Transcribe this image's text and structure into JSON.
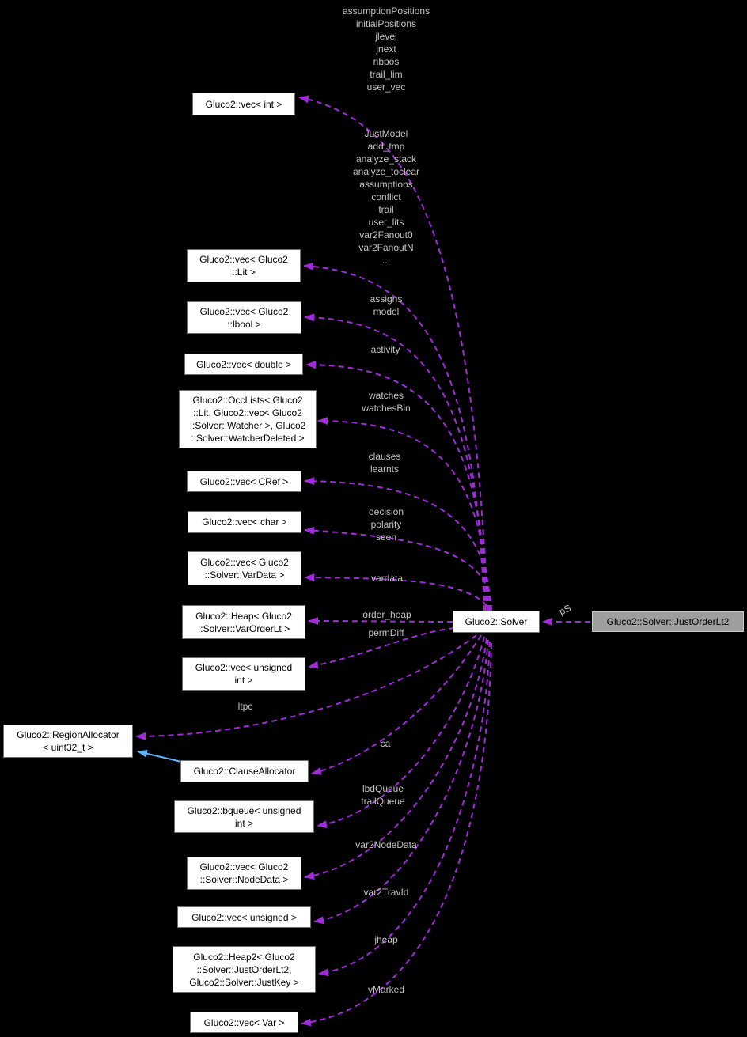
{
  "diagram_type": "doxygen-collaboration-graph",
  "colors": {
    "background": "#000000",
    "usage_edge_purple": "#a12cdb",
    "inheritance_edge_blue": "#64b1f4",
    "edge_label_gray": "#c4c4c4",
    "node_fill": "#ffffff",
    "node_border": "#6e6e6e",
    "node_text": "#000000",
    "current_node_fill": "#9e9e9e",
    "current_node_border": "#c8c8c8"
  },
  "nodes": [
    {
      "id": "vec-int",
      "label": "Gluco2::vec< int >"
    },
    {
      "id": "vec-lit",
      "label": "Gluco2::vec< Gluco2\n::Lit >"
    },
    {
      "id": "vec-lbool",
      "label": "Gluco2::vec< Gluco2\n::lbool >"
    },
    {
      "id": "vec-double",
      "label": "Gluco2::vec< double >"
    },
    {
      "id": "occlists",
      "label": "Gluco2::OccLists< Gluco2\n::Lit, Gluco2::vec< Gluco2\n::Solver::Watcher >, Gluco2\n::Solver::WatcherDeleted >"
    },
    {
      "id": "vec-cref",
      "label": "Gluco2::vec< CRef >"
    },
    {
      "id": "vec-char",
      "label": "Gluco2::vec< char >"
    },
    {
      "id": "vec-vardata",
      "label": "Gluco2::vec< Gluco2\n::Solver::VarData >"
    },
    {
      "id": "heap-varorderlt",
      "label": "Gluco2::Heap< Gluco2\n::Solver::VarOrderLt >"
    },
    {
      "id": "vec-unsigned-int",
      "label": "Gluco2::vec< unsigned\nint >"
    },
    {
      "id": "regionallocator",
      "label": "Gluco2::RegionAllocator\n< uint32_t >"
    },
    {
      "id": "clauseallocator",
      "label": "Gluco2::ClauseAllocator"
    },
    {
      "id": "bqueue",
      "label": "Gluco2::bqueue< unsigned\nint >"
    },
    {
      "id": "vec-nodedata",
      "label": "Gluco2::vec< Gluco2\n::Solver::NodeData >"
    },
    {
      "id": "vec-unsigned",
      "label": "Gluco2::vec< unsigned >"
    },
    {
      "id": "heap2",
      "label": "Gluco2::Heap2< Gluco2\n::Solver::JustOrderLt2,\nGluco2::Solver::JustKey >"
    },
    {
      "id": "vec-var",
      "label": "Gluco2::vec< Var >"
    },
    {
      "id": "solver",
      "label": "Gluco2::Solver"
    },
    {
      "id": "justorderlt2",
      "label": "Gluco2::Solver::JustOrderLt2"
    }
  ],
  "edge_labels": [
    {
      "id": "members-vec-int",
      "text": "assumptionPositions\ninitialPositions\njlevel\njnext\nnbpos\ntrail_lim\nuser_vec"
    },
    {
      "id": "members-vec-lit",
      "text": "JustModel\nadd_tmp\nanalyze_stack\nanalyze_toclear\nassumptions\nconflict\ntrail\nuser_lits\nvar2Fanout0\nvar2FanoutN\n..."
    },
    {
      "id": "assigns-model",
      "text": "assigns\nmodel"
    },
    {
      "id": "activity",
      "text": "activity"
    },
    {
      "id": "watches",
      "text": "watches\nwatchesBin"
    },
    {
      "id": "clauses-learnts",
      "text": "clauses\nlearnts"
    },
    {
      "id": "decision",
      "text": "decision\npolarity\nseen"
    },
    {
      "id": "vardata",
      "text": "vardata"
    },
    {
      "id": "order-heap",
      "text": "order_heap"
    },
    {
      "id": "permdiff",
      "text": "permDiff"
    },
    {
      "id": "ltpc",
      "text": "ltpc"
    },
    {
      "id": "ca",
      "text": "ca"
    },
    {
      "id": "lbdqueue",
      "text": "lbdQueue\ntrailQueue"
    },
    {
      "id": "var2nodedata",
      "text": "var2NodeData"
    },
    {
      "id": "var2travid",
      "text": "var2TravId"
    },
    {
      "id": "jheap",
      "text": "jheap"
    },
    {
      "id": "vmarked",
      "text": "vMarked"
    },
    {
      "id": "ps",
      "text": "pS"
    }
  ]
}
